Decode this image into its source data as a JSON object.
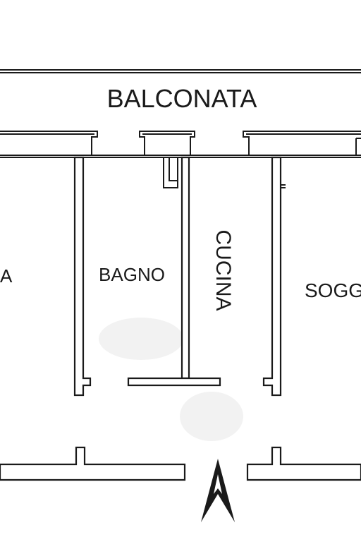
{
  "floorplan": {
    "rooms": {
      "balcony": "BALCONATA",
      "left_room_partial": "A",
      "bathroom": "BAGNO",
      "kitchen": "CUCINA",
      "living_partial": "SOGG"
    },
    "north_arrow_icon": "north-arrow-icon",
    "colors": {
      "line": "#1a1a1a",
      "background": "#ffffff"
    }
  }
}
